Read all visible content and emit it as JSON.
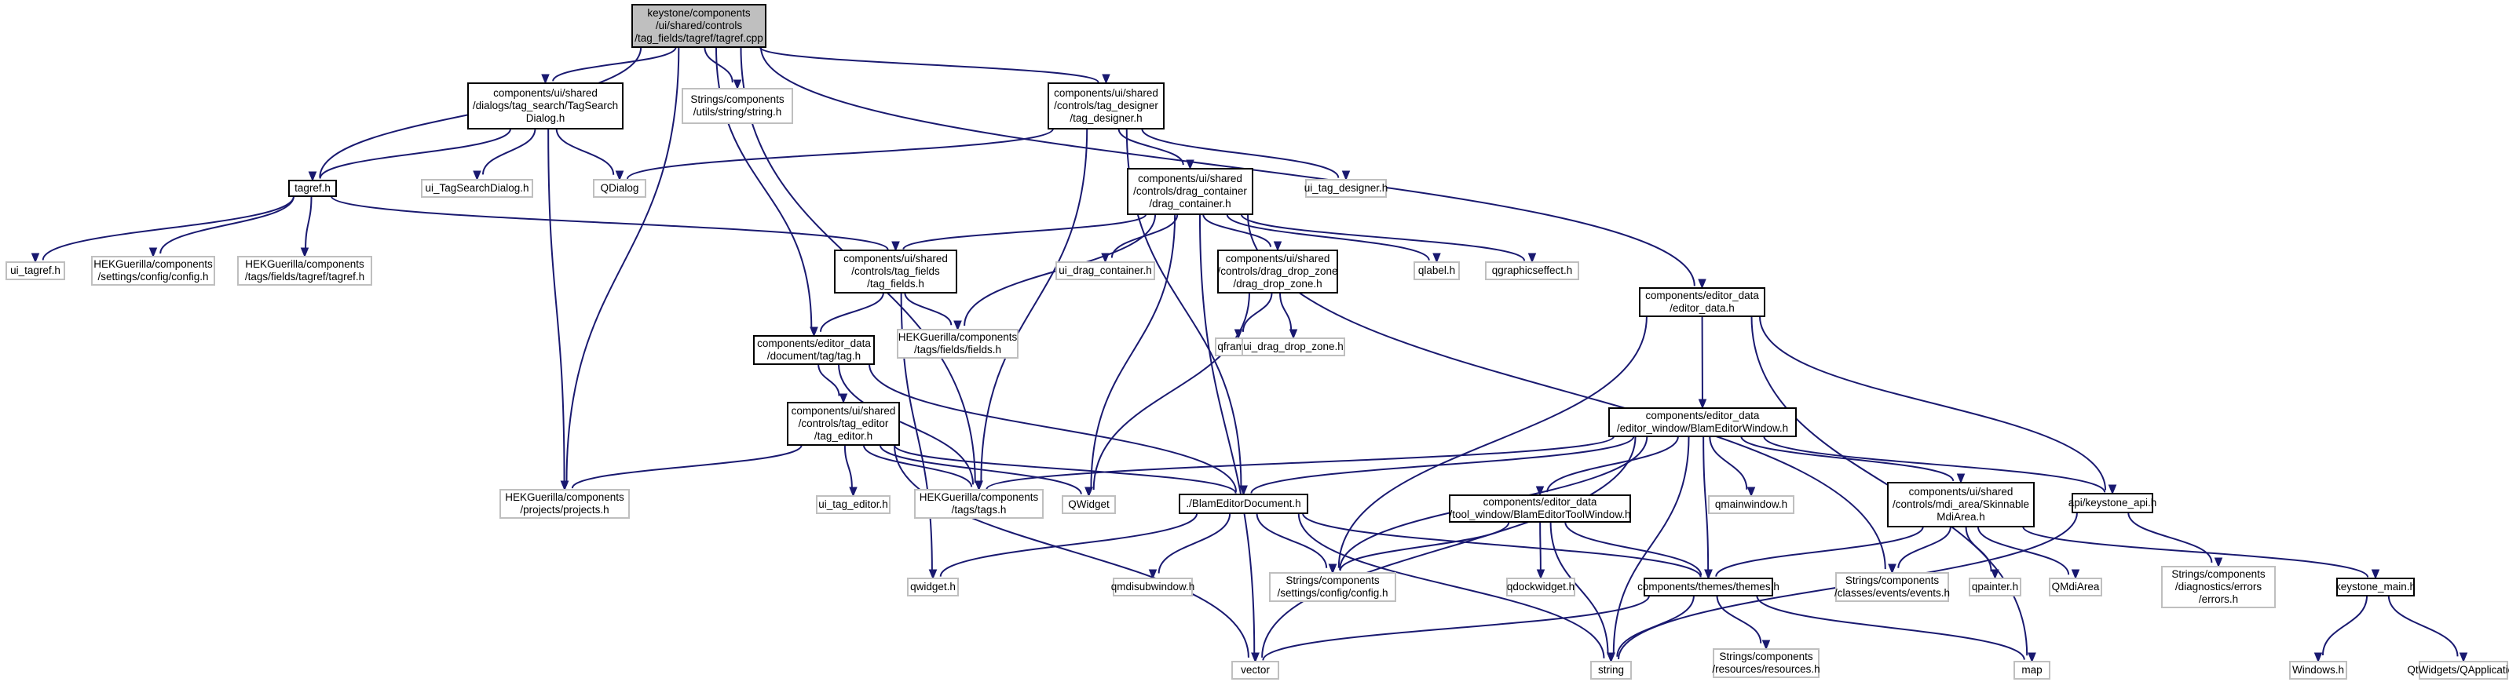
{
  "graph": {
    "nodes": [
      {
        "id": "root",
        "lines": [
          "keystone/components",
          "/ui/shared/controls",
          "/tag_fields/tagref/tagref.cpp"
        ],
        "kind": "root"
      },
      {
        "id": "tagsearch",
        "lines": [
          "components/ui/shared",
          "/dialogs/tag_search/TagSearch",
          "Dialog.h"
        ],
        "kind": "doc"
      },
      {
        "id": "strings_string",
        "lines": [
          "Strings/components",
          "/utils/string/string.h"
        ],
        "kind": "ext"
      },
      {
        "id": "tagdesigner",
        "lines": [
          "components/ui/shared",
          "/controls/tag_designer",
          "/tag_designer.h"
        ],
        "kind": "doc"
      },
      {
        "id": "tagref_h",
        "lines": [
          "tagref.h"
        ],
        "kind": "doc"
      },
      {
        "id": "ui_tagsearch",
        "lines": [
          "ui_TagSearchDialog.h"
        ],
        "kind": "ext"
      },
      {
        "id": "qdialog",
        "lines": [
          "QDialog"
        ],
        "kind": "ext"
      },
      {
        "id": "dragcontainer",
        "lines": [
          "components/ui/shared",
          "/controls/drag_container",
          "/drag_container.h"
        ],
        "kind": "doc"
      },
      {
        "id": "ui_tagdesigner",
        "lines": [
          "ui_tag_designer.h"
        ],
        "kind": "ext"
      },
      {
        "id": "ui_tagref",
        "lines": [
          "ui_tagref.h"
        ],
        "kind": "ext"
      },
      {
        "id": "hek_config",
        "lines": [
          "HEKGuerilla/components",
          "/settings/config/config.h"
        ],
        "kind": "ext"
      },
      {
        "id": "hek_tagref",
        "lines": [
          "HEKGuerilla/components",
          "/tags/fields/tagref/tagref.h"
        ],
        "kind": "ext"
      },
      {
        "id": "tagfields",
        "lines": [
          "components/ui/shared",
          "/controls/tag_fields",
          "/tag_fields.h"
        ],
        "kind": "doc"
      },
      {
        "id": "ui_dragcontainer",
        "lines": [
          "ui_drag_container.h"
        ],
        "kind": "ext"
      },
      {
        "id": "dragdropzone",
        "lines": [
          "components/ui/shared",
          "/controls/drag_drop_zone",
          "/drag_drop_zone.h"
        ],
        "kind": "doc"
      },
      {
        "id": "qlabel",
        "lines": [
          "qlabel.h"
        ],
        "kind": "ext"
      },
      {
        "id": "qgraphicseffect",
        "lines": [
          "qgraphicseffect.h"
        ],
        "kind": "ext"
      },
      {
        "id": "editordata",
        "lines": [
          "components/editor_data",
          "/editor_data.h"
        ],
        "kind": "doc"
      },
      {
        "id": "tag_h",
        "lines": [
          "components/editor_data",
          "/document/tag/tag.h"
        ],
        "kind": "doc"
      },
      {
        "id": "hek_fields",
        "lines": [
          "HEKGuerilla/components",
          "/tags/fields/fields.h"
        ],
        "kind": "ext"
      },
      {
        "id": "qframe",
        "lines": [
          "qframe.h"
        ],
        "kind": "ext"
      },
      {
        "id": "ui_dragdropzone",
        "lines": [
          "ui_drag_drop_zone.h"
        ],
        "kind": "ext"
      },
      {
        "id": "blamwindow",
        "lines": [
          "components/editor_data",
          "/editor_window/BlamEditorWindow.h"
        ],
        "kind": "doc"
      },
      {
        "id": "tageditor",
        "lines": [
          "components/ui/shared",
          "/controls/tag_editor",
          "/tag_editor.h"
        ],
        "kind": "doc"
      },
      {
        "id": "hek_projects",
        "lines": [
          "HEKGuerilla/components",
          "/projects/projects.h"
        ],
        "kind": "ext"
      },
      {
        "id": "ui_tageditor",
        "lines": [
          "ui_tag_editor.h"
        ],
        "kind": "ext"
      },
      {
        "id": "hek_tags",
        "lines": [
          "HEKGuerilla/components",
          "/tags/tags.h"
        ],
        "kind": "ext"
      },
      {
        "id": "qwidget",
        "lines": [
          "QWidget"
        ],
        "kind": "ext"
      },
      {
        "id": "blamdoc",
        "lines": [
          "./BlamEditorDocument.h"
        ],
        "kind": "doc"
      },
      {
        "id": "toolwindow",
        "lines": [
          "components/editor_data",
          "/tool_window/BlamEditorToolWindow.h"
        ],
        "kind": "doc"
      },
      {
        "id": "qmainwindow",
        "lines": [
          "qmainwindow.h"
        ],
        "kind": "ext"
      },
      {
        "id": "skinnablemdi",
        "lines": [
          "components/ui/shared",
          "/controls/mdi_area/Skinnable",
          "MdiArea.h"
        ],
        "kind": "doc"
      },
      {
        "id": "keystone_api",
        "lines": [
          "api/keystone_api.h"
        ],
        "kind": "doc"
      },
      {
        "id": "qwidget_h",
        "lines": [
          "qwidget.h"
        ],
        "kind": "ext"
      },
      {
        "id": "qmdisubwindow",
        "lines": [
          "qmdisubwindow.h"
        ],
        "kind": "ext"
      },
      {
        "id": "strings_config",
        "lines": [
          "Strings/components",
          "/settings/config/config.h"
        ],
        "kind": "ext"
      },
      {
        "id": "qdockwidget",
        "lines": [
          "qdockwidget.h"
        ],
        "kind": "ext"
      },
      {
        "id": "themes",
        "lines": [
          "components/themes/themes.h"
        ],
        "kind": "doc"
      },
      {
        "id": "strings_events",
        "lines": [
          "Strings/components",
          "/classes/events/events.h"
        ],
        "kind": "ext"
      },
      {
        "id": "qpainter",
        "lines": [
          "qpainter.h"
        ],
        "kind": "ext"
      },
      {
        "id": "qmdiarea",
        "lines": [
          "QMdiArea"
        ],
        "kind": "ext"
      },
      {
        "id": "strings_errors",
        "lines": [
          "Strings/components",
          "/diagnostics/errors",
          "/errors.h"
        ],
        "kind": "ext"
      },
      {
        "id": "keystone_main",
        "lines": [
          "keystone_main.h"
        ],
        "kind": "doc"
      },
      {
        "id": "vector",
        "lines": [
          "vector"
        ],
        "kind": "ext"
      },
      {
        "id": "string",
        "lines": [
          "string"
        ],
        "kind": "ext"
      },
      {
        "id": "strings_resources",
        "lines": [
          "Strings/components",
          "/resources/resources.h"
        ],
        "kind": "ext"
      },
      {
        "id": "map",
        "lines": [
          "map"
        ],
        "kind": "ext"
      },
      {
        "id": "windows_h",
        "lines": [
          "Windows.h"
        ],
        "kind": "ext"
      },
      {
        "id": "qapplication",
        "lines": [
          "QtWidgets/QApplication"
        ],
        "kind": "ext"
      }
    ],
    "edges": [
      [
        "root",
        "tagsearch"
      ],
      [
        "root",
        "strings_string"
      ],
      [
        "root",
        "tagdesigner"
      ],
      [
        "root",
        "tagref_h"
      ],
      [
        "root",
        "hek_projects"
      ],
      [
        "root",
        "hek_tags"
      ],
      [
        "root",
        "tag_h"
      ],
      [
        "root",
        "editordata"
      ],
      [
        "tagsearch",
        "tagref_h"
      ],
      [
        "tagsearch",
        "ui_tagsearch"
      ],
      [
        "tagsearch",
        "qdialog"
      ],
      [
        "tagsearch",
        "hek_projects"
      ],
      [
        "tagdesigner",
        "qdialog"
      ],
      [
        "tagdesigner",
        "dragcontainer"
      ],
      [
        "tagdesigner",
        "ui_tagdesigner"
      ],
      [
        "tagdesigner",
        "hek_tags"
      ],
      [
        "tagdesigner",
        "blamdoc"
      ],
      [
        "tagref_h",
        "ui_tagref"
      ],
      [
        "tagref_h",
        "hek_config"
      ],
      [
        "tagref_h",
        "hek_tagref"
      ],
      [
        "tagref_h",
        "tagfields"
      ],
      [
        "dragcontainer",
        "tagfields"
      ],
      [
        "dragcontainer",
        "hek_fields"
      ],
      [
        "dragcontainer",
        "ui_dragcontainer"
      ],
      [
        "dragcontainer",
        "dragdropzone"
      ],
      [
        "dragcontainer",
        "qlabel"
      ],
      [
        "dragcontainer",
        "qgraphicseffect"
      ],
      [
        "dragcontainer",
        "qwidget"
      ],
      [
        "dragcontainer",
        "vector"
      ],
      [
        "dragcontainer",
        "strings_events"
      ],
      [
        "tagfields",
        "tag_h"
      ],
      [
        "tagfields",
        "hek_fields"
      ],
      [
        "tagfields",
        "qwidget_h"
      ],
      [
        "dragdropzone",
        "qframe"
      ],
      [
        "dragdropzone",
        "ui_dragdropzone"
      ],
      [
        "dragdropzone",
        "qwidget"
      ],
      [
        "editordata",
        "blamwindow"
      ],
      [
        "editordata",
        "keystone_api"
      ],
      [
        "editordata",
        "strings_config"
      ],
      [
        "editordata",
        "map"
      ],
      [
        "tag_h",
        "tageditor"
      ],
      [
        "tag_h",
        "hek_tags"
      ],
      [
        "tag_h",
        "blamdoc"
      ],
      [
        "tageditor",
        "hek_projects"
      ],
      [
        "tageditor",
        "ui_tageditor"
      ],
      [
        "tageditor",
        "hek_tags"
      ],
      [
        "tageditor",
        "qwidget"
      ],
      [
        "tageditor",
        "blamdoc"
      ],
      [
        "tageditor",
        "vector"
      ],
      [
        "blamwindow",
        "hek_tags"
      ],
      [
        "blamwindow",
        "blamdoc"
      ],
      [
        "blamwindow",
        "toolwindow"
      ],
      [
        "blamwindow",
        "qmainwindow"
      ],
      [
        "blamwindow",
        "skinnablemdi"
      ],
      [
        "blamwindow",
        "keystone_api"
      ],
      [
        "blamwindow",
        "strings_config"
      ],
      [
        "blamwindow",
        "themes"
      ],
      [
        "blamwindow",
        "vector"
      ],
      [
        "blamwindow",
        "string"
      ],
      [
        "blamdoc",
        "qwidget_h"
      ],
      [
        "blamdoc",
        "qmdisubwindow"
      ],
      [
        "blamdoc",
        "strings_config"
      ],
      [
        "blamdoc",
        "themes"
      ],
      [
        "blamdoc",
        "string"
      ],
      [
        "toolwindow",
        "strings_config"
      ],
      [
        "toolwindow",
        "qdockwidget"
      ],
      [
        "toolwindow",
        "themes"
      ],
      [
        "toolwindow",
        "string"
      ],
      [
        "skinnablemdi",
        "themes"
      ],
      [
        "skinnablemdi",
        "strings_events"
      ],
      [
        "skinnablemdi",
        "qpainter"
      ],
      [
        "skinnablemdi",
        "qmdiarea"
      ],
      [
        "skinnablemdi",
        "keystone_main"
      ],
      [
        "keystone_api",
        "strings_errors"
      ],
      [
        "keystone_api",
        "string"
      ],
      [
        "themes",
        "vector"
      ],
      [
        "themes",
        "string"
      ],
      [
        "themes",
        "strings_resources"
      ],
      [
        "themes",
        "map"
      ],
      [
        "keystone_main",
        "windows_h"
      ],
      [
        "keystone_main",
        "qapplication"
      ]
    ]
  }
}
